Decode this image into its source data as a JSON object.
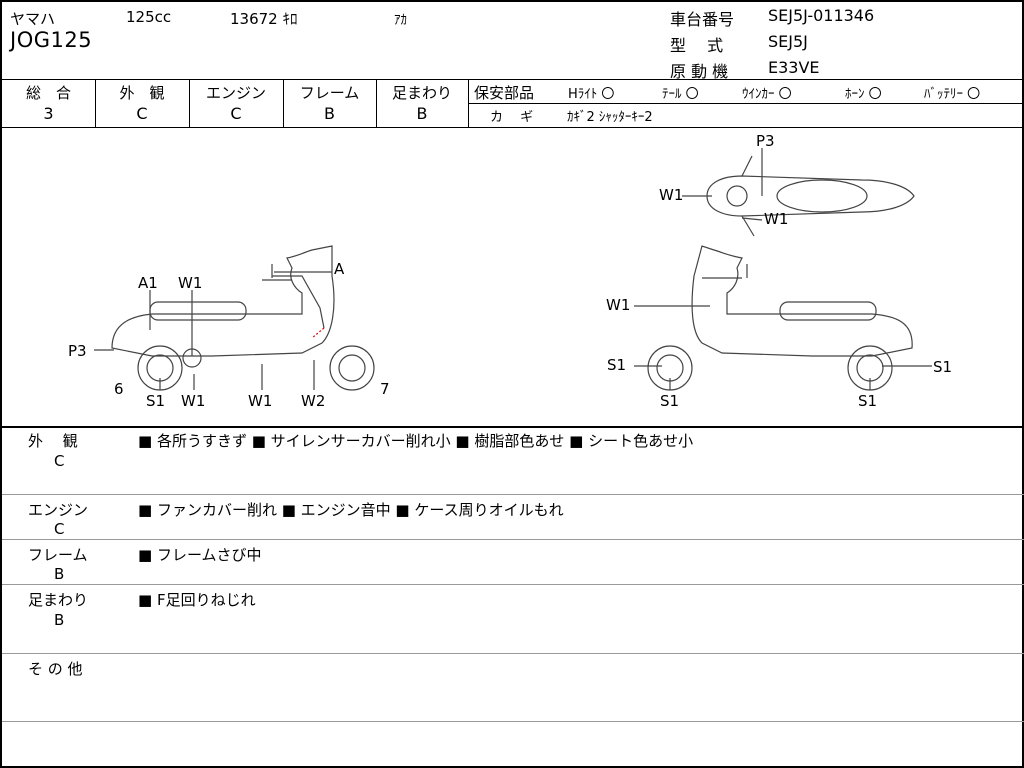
{
  "header": {
    "maker": "ヤマハ",
    "displacement": "125cc",
    "mileage": "13672 ｷﾛ",
    "color": "ｱｶ",
    "model": "JOG125",
    "frame_no_label": "車台番号",
    "frame_no": "SEJ5J-011346",
    "type_label": "型　 式",
    "type_value": "SEJ5J",
    "engine_label": "原 動 機",
    "engine_value": "E33VE"
  },
  "grades": [
    {
      "label": "総　合",
      "value": "3"
    },
    {
      "label": "外　観",
      "value": "C"
    },
    {
      "label": "エンジン",
      "value": "C"
    },
    {
      "label": "フレーム",
      "value": "B"
    },
    {
      "label": "足まわり",
      "value": "B"
    }
  ],
  "safety": {
    "label": "保安部品",
    "items": [
      {
        "name": "Hﾗｲﾄ",
        "status": "〇"
      },
      {
        "name": "ﾃｰﾙ",
        "status": "〇"
      },
      {
        "name": "ｳｲﾝｶｰ",
        "status": "〇"
      },
      {
        "name": "ﾎｰﾝ",
        "status": "〇"
      },
      {
        "name": "ﾊﾞｯﾃﾘｰ",
        "status": "〇"
      }
    ],
    "key_label": "カ　 ギ",
    "key_value": "ｶｷﾞ2 ｼｬｯﾀｰｷｰ2"
  },
  "diagram": {
    "left": [
      "A1",
      "W1",
      "A",
      "P3",
      "6",
      "S1",
      "W1",
      "W1",
      "W2",
      "7"
    ],
    "top": [
      "P3",
      "W1",
      "W1"
    ],
    "right": [
      "W1",
      "S1",
      "S1",
      "S1",
      "S1"
    ]
  },
  "remarks": [
    {
      "category": "外　 観",
      "grade": "C",
      "notes": "■ 各所うすきず ■ サイレンサーカバー削れ小 ■ 樹脂部色あせ ■ シート色あせ小"
    },
    {
      "category": "エンジン",
      "grade": "C",
      "notes": "■ ファンカバー削れ ■ エンジン音中 ■ ケース周りオイルもれ"
    },
    {
      "category": "フレーム",
      "grade": "B",
      "notes": "■ フレームさび中"
    },
    {
      "category": "足まわり",
      "grade": "B",
      "notes": "■ F足回りねじれ"
    },
    {
      "category": "そ の 他",
      "grade": "",
      "notes": ""
    }
  ]
}
